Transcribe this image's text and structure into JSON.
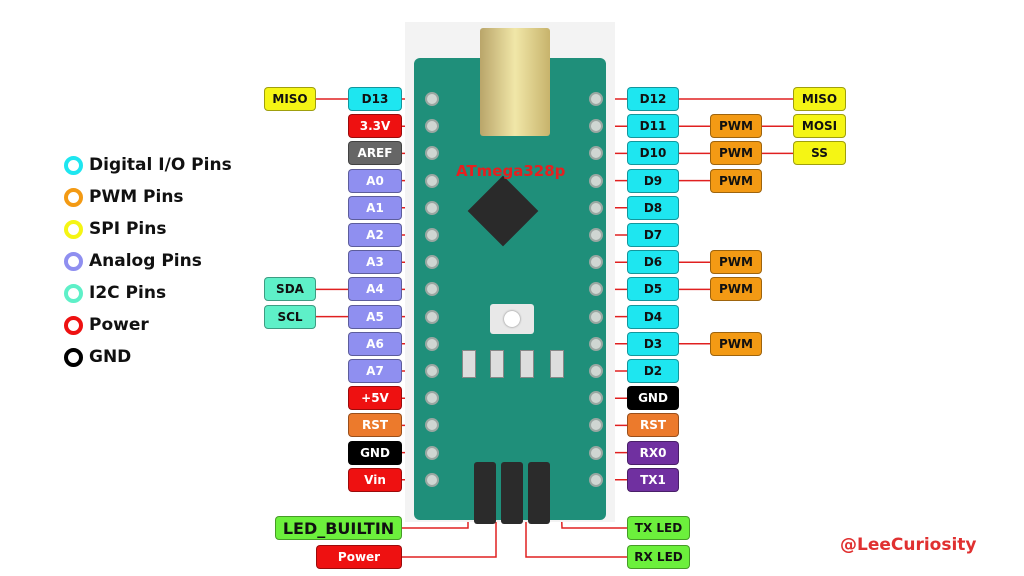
{
  "colors": {
    "digital": "#1ee6f0",
    "pwm": "#f39a14",
    "spi": "#f5f514",
    "analog": "#8f8ff0",
    "i2c": "#5ef0c8",
    "power": "#ee1111",
    "gnd": "#000000",
    "aref": "#666666",
    "rst": "#ec7a2c",
    "serial": "#7030a0",
    "led": "#6cf03c",
    "wire": "#e02020"
  },
  "legend": [
    {
      "label": "Digital I/O Pins",
      "type": "digital"
    },
    {
      "label": "PWM Pins",
      "type": "pwm"
    },
    {
      "label": "SPI Pins",
      "type": "spi"
    },
    {
      "label": "Analog Pins",
      "type": "analog"
    },
    {
      "label": "I2C Pins",
      "type": "i2c"
    },
    {
      "label": "Power",
      "type": "power"
    },
    {
      "label": "GND",
      "type": "gnd"
    }
  ],
  "board": {
    "mcu_label": "ATmega328p"
  },
  "left_pins": [
    {
      "label": "D13",
      "type": "digital",
      "extra": {
        "label": "MISO",
        "type": "spi"
      }
    },
    {
      "label": "3.3V",
      "type": "power"
    },
    {
      "label": "AREF",
      "type": "aref"
    },
    {
      "label": "A0",
      "type": "analog"
    },
    {
      "label": "A1",
      "type": "analog"
    },
    {
      "label": "A2",
      "type": "analog"
    },
    {
      "label": "A3",
      "type": "analog"
    },
    {
      "label": "A4",
      "type": "analog",
      "extra": {
        "label": "SDA",
        "type": "i2c"
      }
    },
    {
      "label": "A5",
      "type": "analog",
      "extra": {
        "label": "SCL",
        "type": "i2c"
      }
    },
    {
      "label": "A6",
      "type": "analog"
    },
    {
      "label": "A7",
      "type": "analog"
    },
    {
      "label": "+5V",
      "type": "power"
    },
    {
      "label": "RST",
      "type": "rst"
    },
    {
      "label": "GND",
      "type": "gnd"
    },
    {
      "label": "Vin",
      "type": "power"
    }
  ],
  "right_pins": [
    {
      "label": "D12",
      "type": "digital",
      "spi": {
        "label": "MISO",
        "type": "spi"
      }
    },
    {
      "label": "D11",
      "type": "digital",
      "pwm": {
        "label": "PWM",
        "type": "pwm"
      },
      "spi": {
        "label": "MOSI",
        "type": "spi"
      }
    },
    {
      "label": "D10",
      "type": "digital",
      "pwm": {
        "label": "PWM",
        "type": "pwm"
      },
      "spi": {
        "label": "SS",
        "type": "spi"
      }
    },
    {
      "label": "D9",
      "type": "digital",
      "pwm": {
        "label": "PWM",
        "type": "pwm"
      }
    },
    {
      "label": "D8",
      "type": "digital"
    },
    {
      "label": "D7",
      "type": "digital"
    },
    {
      "label": "D6",
      "type": "digital",
      "pwm": {
        "label": "PWM",
        "type": "pwm"
      }
    },
    {
      "label": "D5",
      "type": "digital",
      "pwm": {
        "label": "PWM",
        "type": "pwm"
      }
    },
    {
      "label": "D4",
      "type": "digital"
    },
    {
      "label": "D3",
      "type": "digital",
      "pwm": {
        "label": "PWM",
        "type": "pwm"
      }
    },
    {
      "label": "D2",
      "type": "digital"
    },
    {
      "label": "GND",
      "type": "gnd"
    },
    {
      "label": "RST",
      "type": "rst"
    },
    {
      "label": "RX0",
      "type": "serial"
    },
    {
      "label": "TX1",
      "type": "serial"
    }
  ],
  "leds": {
    "led_builtin": {
      "label": "LED_BUILTIN",
      "type": "led"
    },
    "power": {
      "label": "Power",
      "type": "power"
    },
    "tx": {
      "label": "TX LED",
      "type": "led"
    },
    "rx": {
      "label": "RX LED",
      "type": "led"
    }
  },
  "credit": "@LeeCuriosity"
}
